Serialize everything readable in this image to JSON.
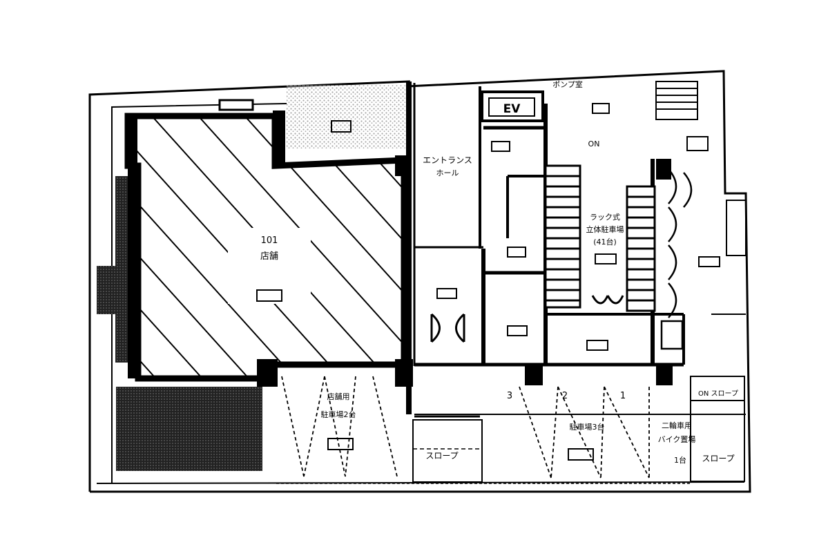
{
  "labels": {
    "ev": "EV",
    "entrance": "エントランス",
    "entrance_hall": "ホール",
    "pump_room": "ポンプ室",
    "unit_number": "101",
    "unit_use": "店舗",
    "rack": "ラック式",
    "rack_parking": "立体駐車場",
    "rack_count": "(41台)",
    "slope_left": "スロープ",
    "slope_right": "スロープ",
    "slope_top": "ON スロープ",
    "on_mark": "ON",
    "bike_parking_line1": "二輪車用",
    "bike_parking_line2": "バイク置場",
    "bike_count": "1台",
    "parking_left_line1": "店舗用",
    "parking_left_line2": "駐車場2台",
    "parking_right": "駐車場3台",
    "lot_1": "1",
    "lot_2": "2",
    "lot_3": "3"
  },
  "colors": {
    "ink": "#000000",
    "paper": "#ffffff",
    "tone": "#2a2a2a"
  }
}
